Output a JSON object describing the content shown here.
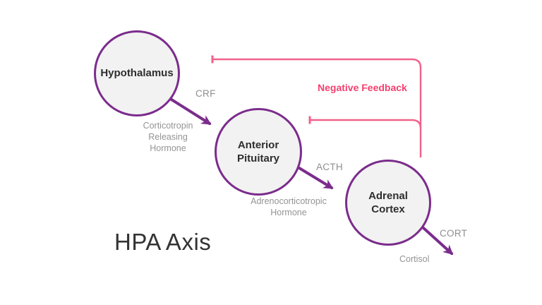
{
  "title": "HPA Axis",
  "nodes": {
    "hypothalamus": {
      "label": "Hypothalamus"
    },
    "anterior_pituitary": {
      "label": "Anterior Pituitary"
    },
    "adrenal_cortex": {
      "label": "Adrenal Cortex"
    }
  },
  "hormones": {
    "crf": {
      "abbr": "CRF",
      "full": "Corticotropin Releasing Hormone"
    },
    "acth": {
      "abbr": "ACTH",
      "full": "Adrenocorticotropic Hormone"
    },
    "cort": {
      "abbr": "CORT",
      "full": "Cortisol"
    }
  },
  "feedback": {
    "label": "Negative Feedback"
  },
  "colors": {
    "node_border": "#7b2c8c",
    "node_fill": "#f2f2f2",
    "arrow_purple": "#7b2c8c",
    "feedback_line": "#f0628a",
    "feedback_text": "#f43f6e",
    "label_gray": "#8f8f8f",
    "node_text": "#2e2e2e",
    "title_text": "#333333",
    "background": "#ffffff"
  }
}
